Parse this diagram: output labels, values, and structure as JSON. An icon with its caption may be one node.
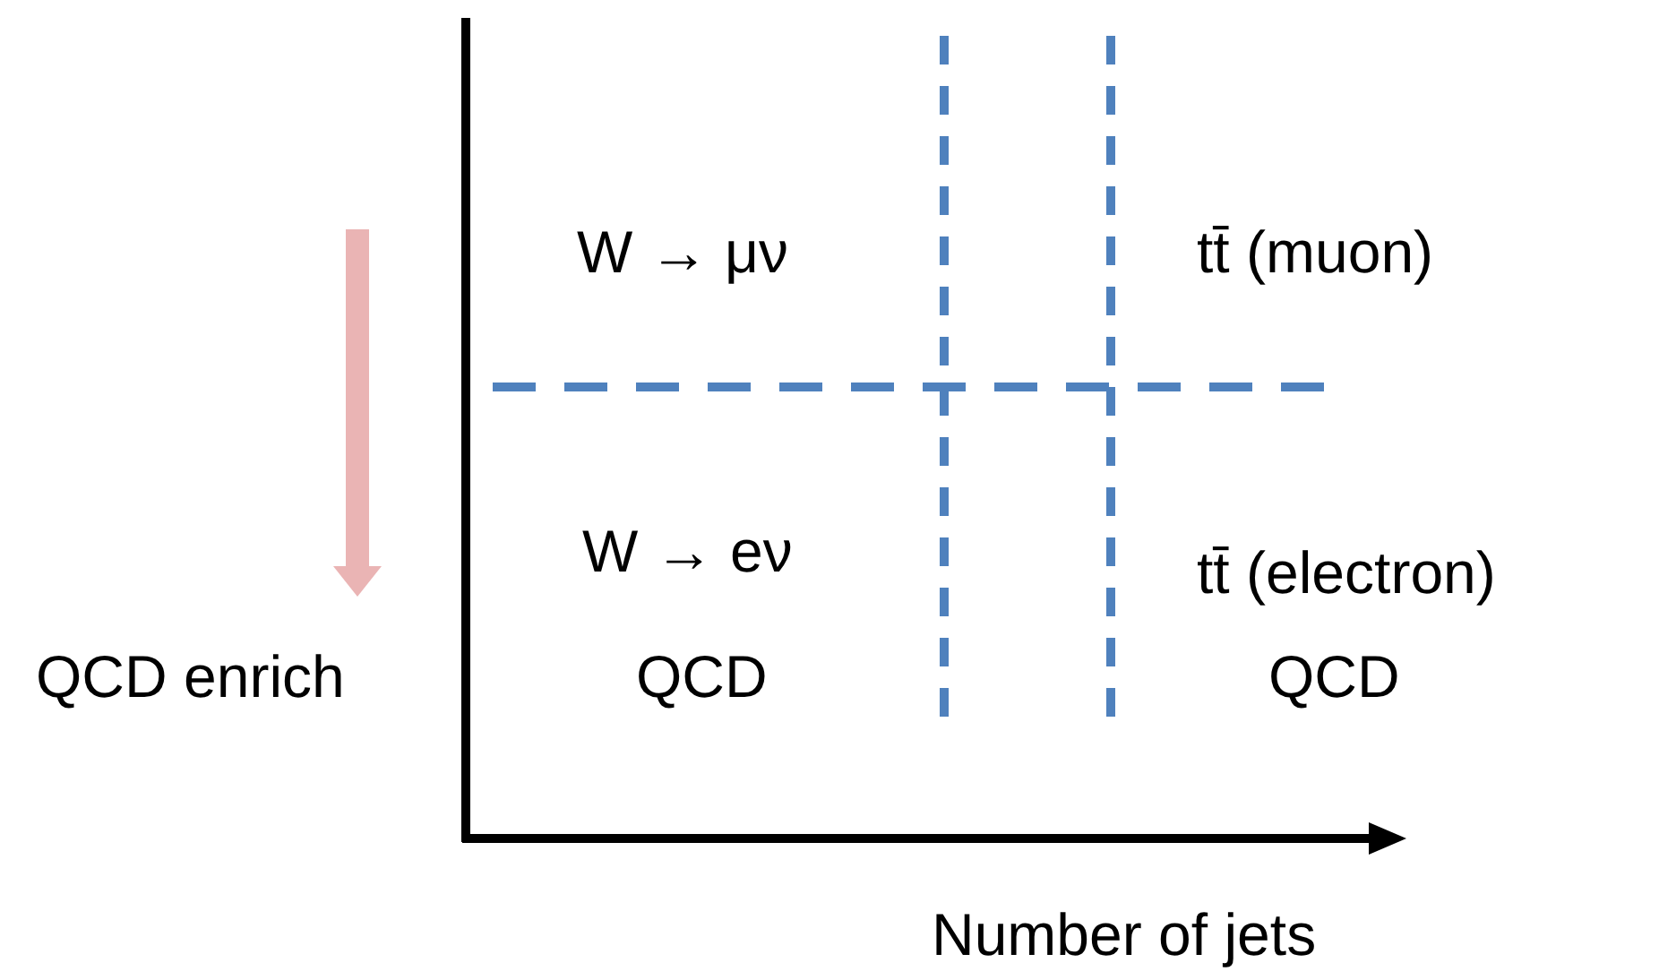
{
  "diagram": {
    "labels": [
      "W → μν",
      "tt̄  (muon)",
      "W → eν",
      "tt̄  (electron)",
      "QCD enrich",
      "QCD",
      "QCD",
      "Number of jets"
    ]
  }
}
